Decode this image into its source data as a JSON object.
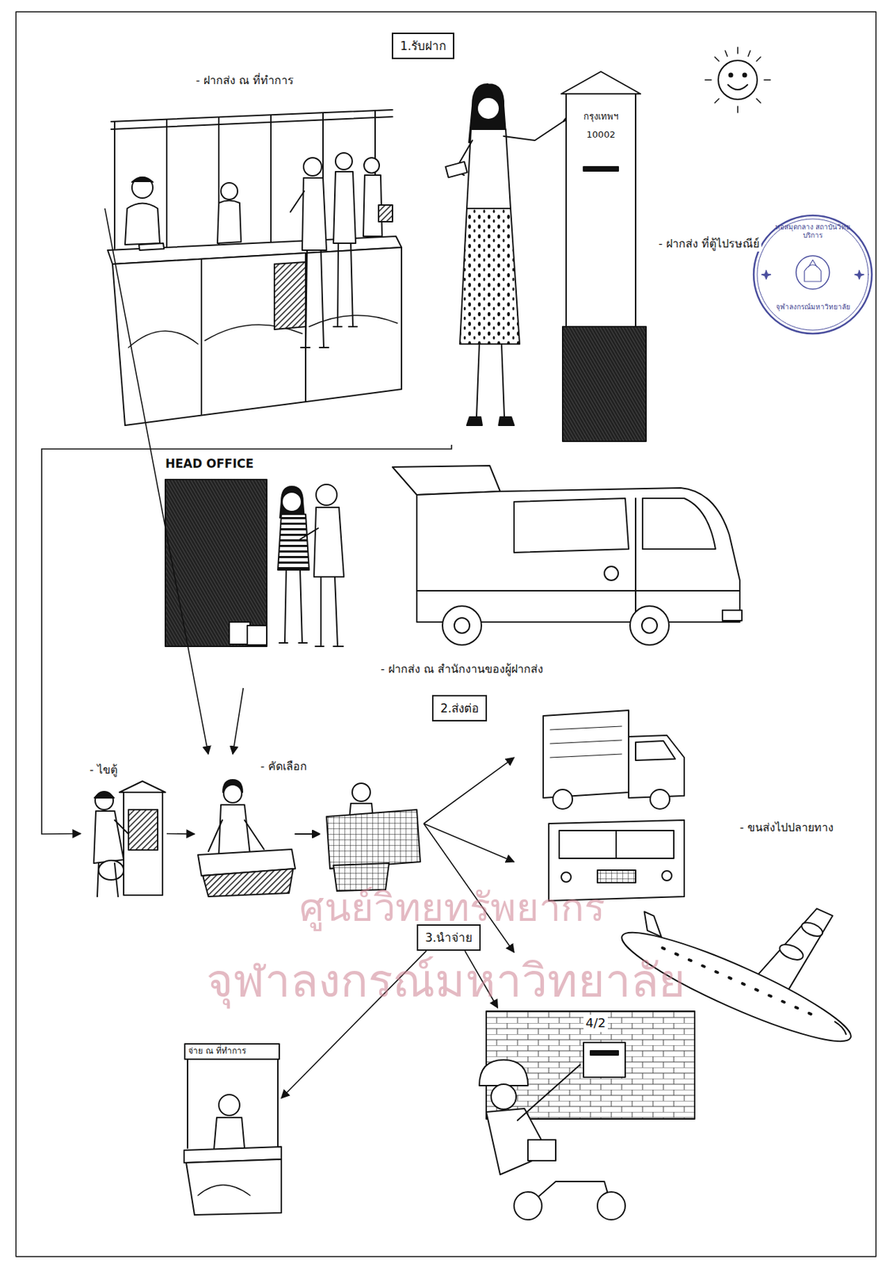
{
  "diagram": {
    "nodes": [
      {
        "text": [
          "1.รับฝาก"
        ]
      },
      {
        "text": [
          "- ฝากส่ง ณ ที่ทำการ"
        ]
      },
      {
        "text": [
          "- ฝากส่ง ที่ตู้ไปรษณีย์"
        ]
      },
      {
        "text": [
          "- ฝากส่ง ณ สำนักงานของผู้ฝากส่ง"
        ]
      },
      {
        "text": [
          "2.ส่งต่อ"
        ]
      },
      {
        "text": [
          "- ไขตู้"
        ]
      },
      {
        "text": [
          "- คัดเลือก"
        ]
      },
      {
        "text": [
          "- ขนส่งไปปลายทาง"
        ]
      },
      {
        "text": [
          "3.นำจ่าย"
        ]
      },
      {
        "text": [
          "จ่าย ณ ที่ทำการ"
        ]
      },
      {
        "text": [
          "4/2"
        ]
      }
    ],
    "edges": [
      {
        "from": 1,
        "to": 6,
        "arrow": "to"
      },
      {
        "from": 2,
        "to": 5,
        "arrow": "to"
      },
      {
        "from": 3,
        "to": 6,
        "arrow": "to"
      },
      {
        "from": 5,
        "to": 6,
        "arrow": "to"
      },
      {
        "from": 6,
        "to": 7,
        "arrow": "to"
      },
      {
        "from": 8,
        "to": 9,
        "arrow": "to"
      },
      {
        "from": 8,
        "to": 10,
        "arrow": "to"
      }
    ],
    "labels": [
      "กรุงเทพฯ",
      "10002",
      "HEAD OFFICE",
      "หอสมุดกลาง สถาบันวิทยบริการ",
      "จุฬาลงกรณ์มหาวิทยาลัย",
      "ศูนย์วิทยทรัพยากร",
      "จุฬาลงกรณ์มหาวิทยาลัย"
    ]
  }
}
